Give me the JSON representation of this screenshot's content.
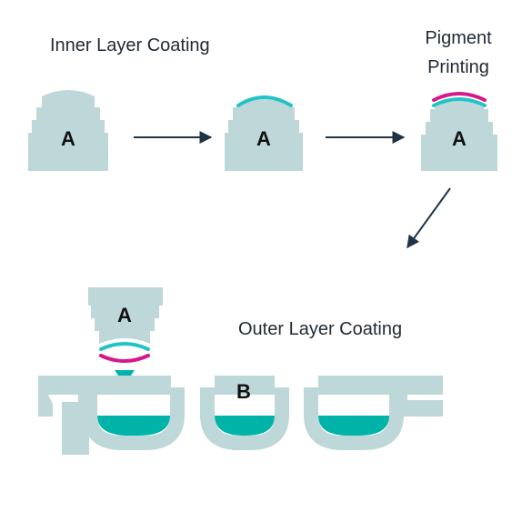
{
  "labels": {
    "step1": "Inner Layer Coating",
    "step3_line1": "Pigment",
    "step3_line2": "Printing",
    "step4": "Outer Layer Coating",
    "part_a": "A",
    "part_b": "B"
  },
  "colors": {
    "part": "#bed7d8",
    "inner_coat": "#22c3c8",
    "pigment": "#d6188a",
    "bath_liquid": "#00b3a8",
    "arrow": "#1f3345",
    "text": "#1f2a33"
  }
}
